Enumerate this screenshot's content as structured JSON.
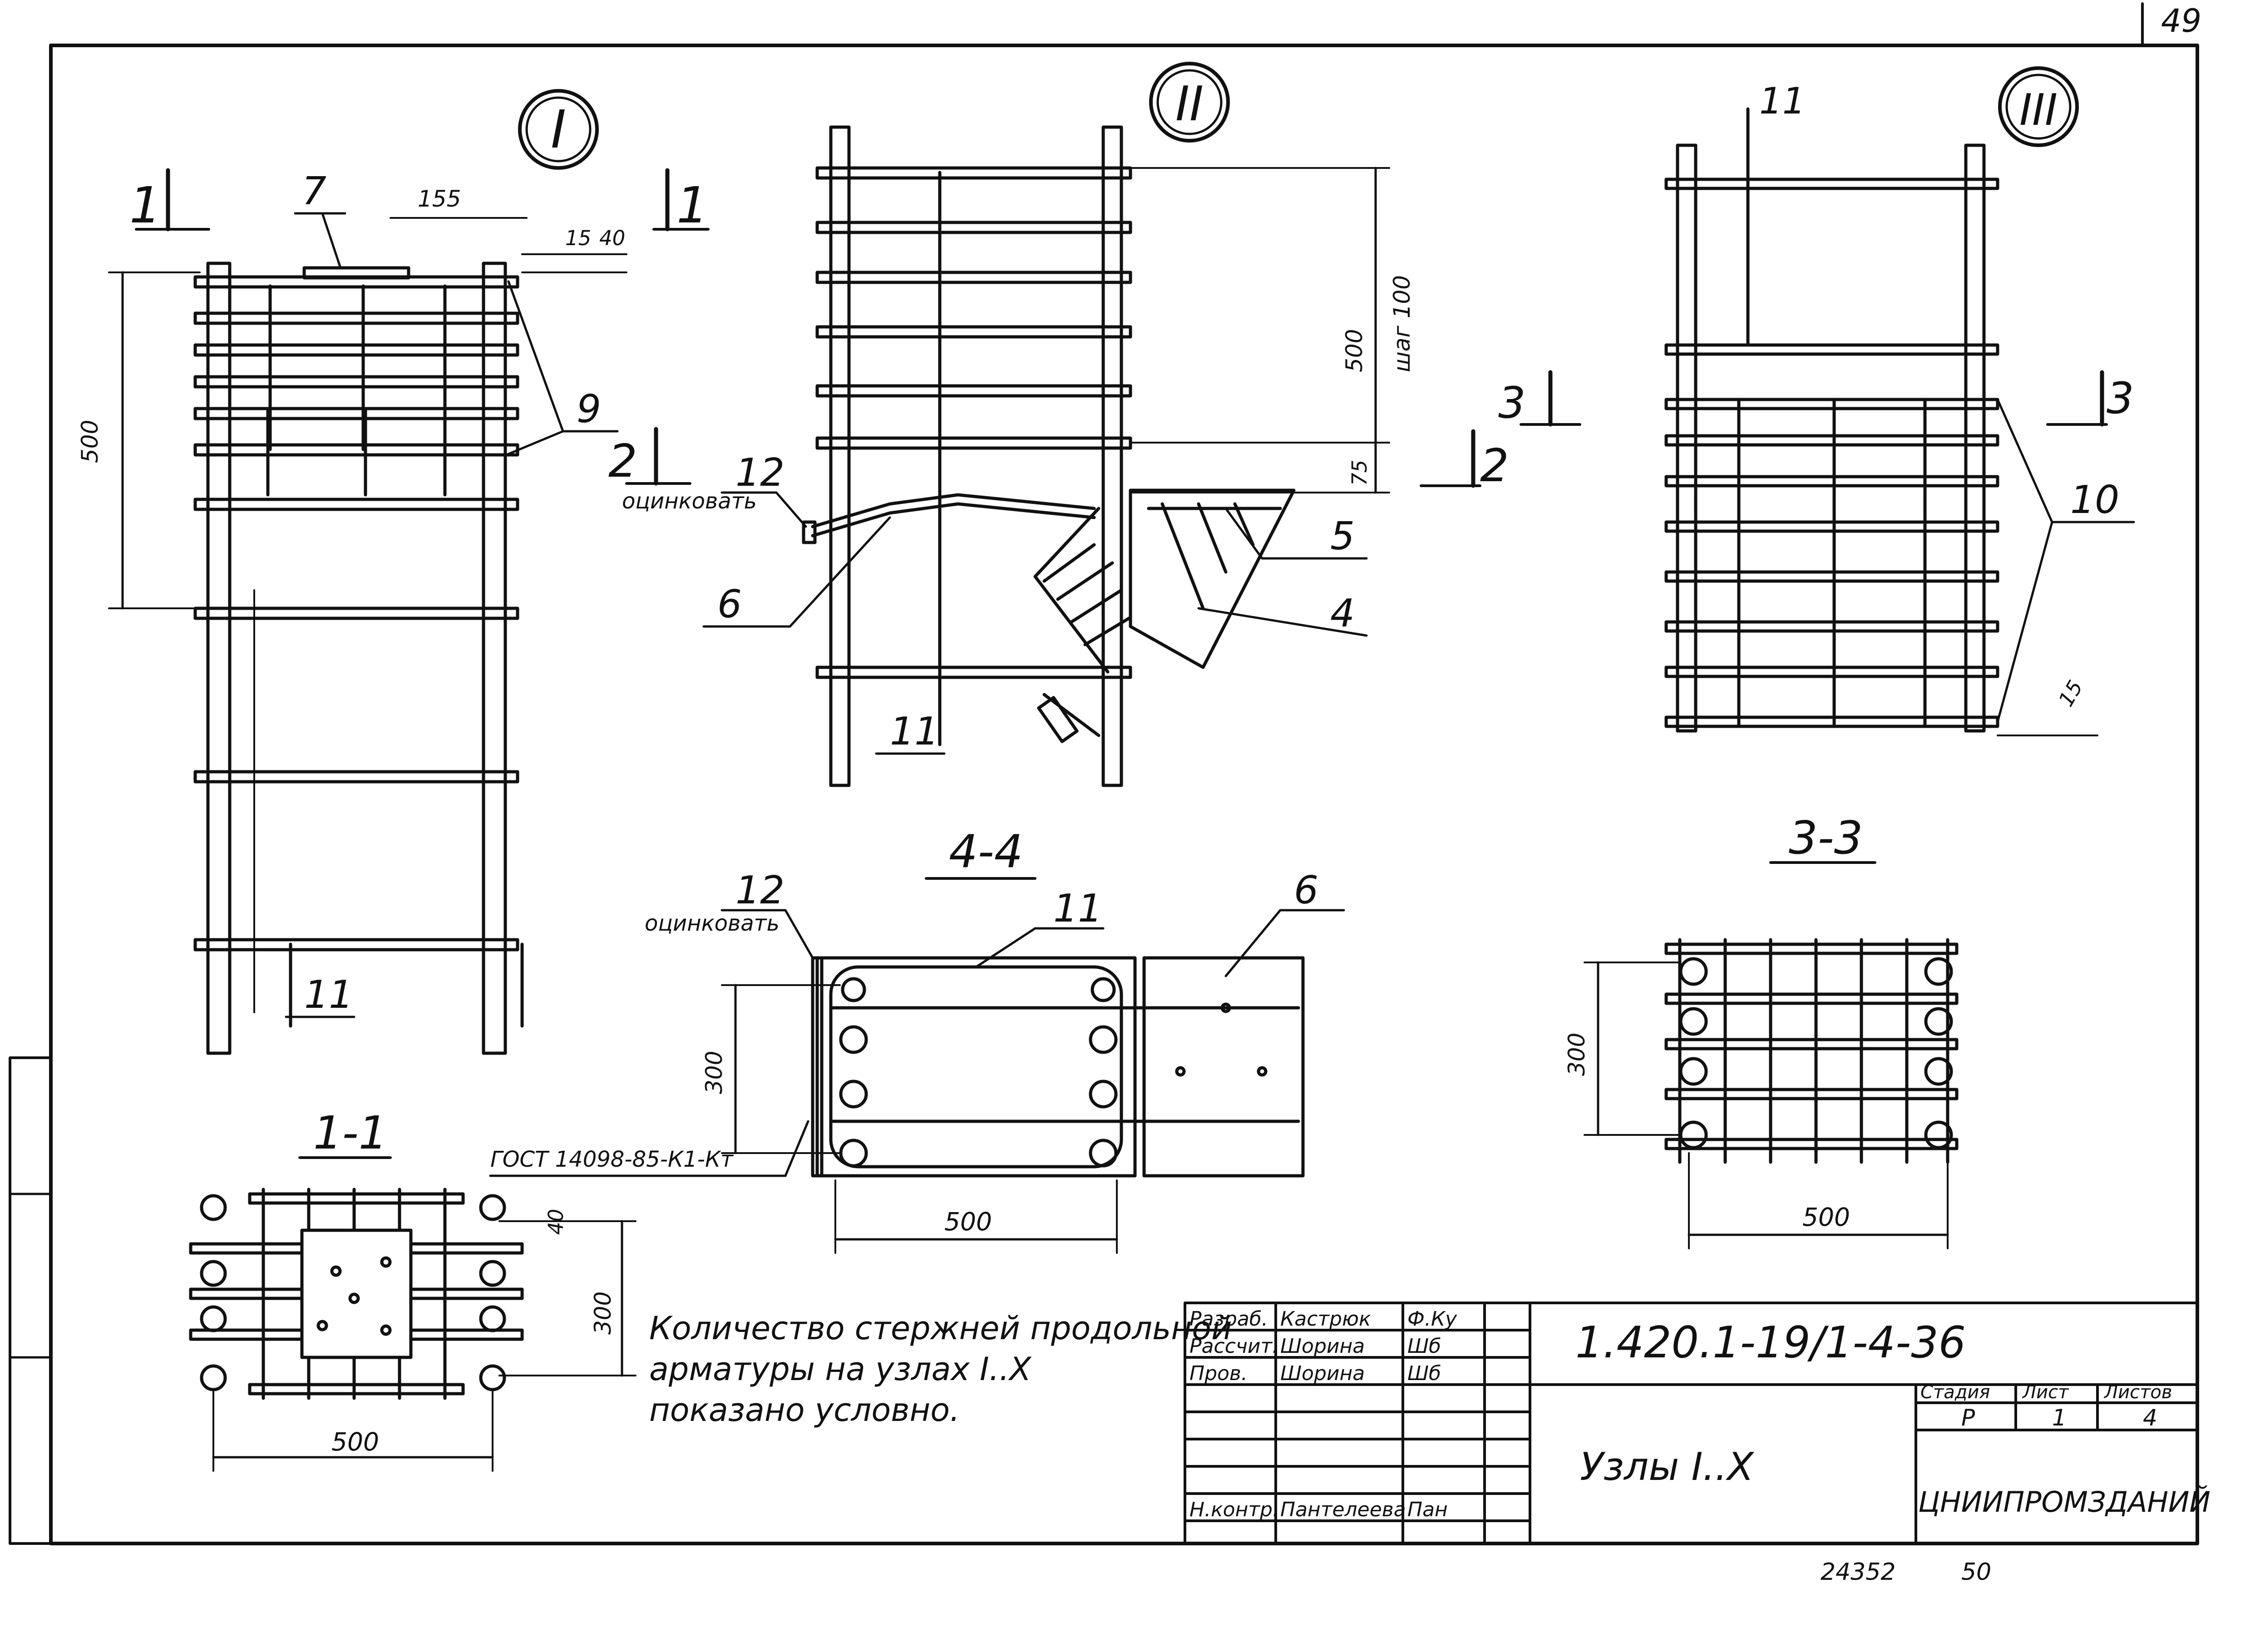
{
  "corner_number": "49",
  "details": {
    "I": {
      "mark": "I",
      "callout_1": "1",
      "dims": [
        "155",
        "40",
        "500",
        "15"
      ],
      "leaders": [
        "7",
        "9",
        "11"
      ]
    },
    "II": {
      "mark": "II",
      "callout_2": "2",
      "note_galvanize": "оцинковать",
      "dims": [
        "500",
        "шаг 100",
        "75"
      ],
      "leaders": [
        "12",
        "6",
        "11",
        "5",
        "4"
      ]
    },
    "III": {
      "mark": "III",
      "callout_3": "3",
      "dims": [
        "15"
      ],
      "leaders": [
        "11",
        "10"
      ]
    }
  },
  "sections": {
    "s11": {
      "title": "1-1",
      "dims": [
        "40",
        "300",
        "500"
      ]
    },
    "s44": {
      "title": "4-4",
      "note_galvanize": "оцинковать",
      "leaders": [
        "12",
        "11",
        "6"
      ],
      "dims": [
        "300",
        "500"
      ],
      "gost": "ГОСТ 14098-85-К1-Кт"
    },
    "s33": {
      "title": "3-3",
      "dims": [
        "300",
        "500"
      ]
    }
  },
  "note": [
    "Количество стержней продольной",
    "арматуры на узлах I..X",
    "показано условно."
  ],
  "title_block": {
    "doc_code": "1.420.1-19/1-4-36",
    "sheet_title": "Узлы I..X",
    "stage_label": "Стадия",
    "sheet_label": "Лист",
    "sheets_label": "Листов",
    "stage": "Р",
    "sheet": "1",
    "sheets": "4",
    "org": "ЦНИИПРОМЗДАНИЙ",
    "roles": [
      {
        "role": "Разраб.",
        "name": "Кастрюк",
        "sign": "Ф.Ку"
      },
      {
        "role": "Рассчит.",
        "name": "Шорина",
        "sign": "Шб"
      },
      {
        "role": "Пров.",
        "name": "Шорина",
        "sign": "Шб"
      },
      {
        "role": "",
        "name": "",
        "sign": ""
      },
      {
        "role": "",
        "name": "",
        "sign": ""
      },
      {
        "role": "",
        "name": "",
        "sign": ""
      },
      {
        "role": "Н.контр.",
        "name": "Пантелеева",
        "sign": "Пан"
      }
    ]
  },
  "footer": {
    "inv": "24352",
    "num": "50"
  }
}
